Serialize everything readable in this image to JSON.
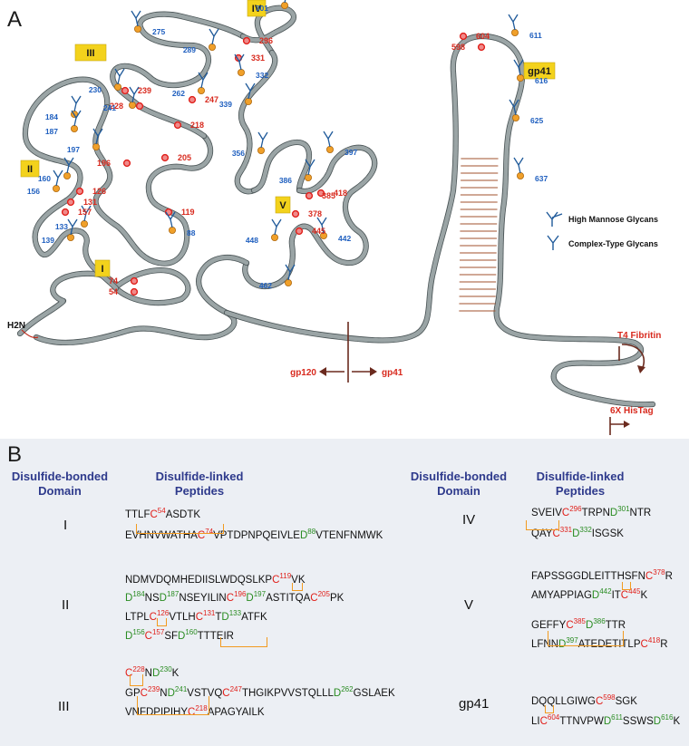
{
  "panel_a": {
    "letter": "A",
    "domain_boxes": [
      "I",
      "II",
      "III",
      "IV",
      "V",
      "gp41"
    ],
    "cys_numbers": [
      "54",
      "74",
      "119",
      "126",
      "131",
      "157",
      "196",
      "205",
      "218",
      "228",
      "239",
      "247",
      "296",
      "331",
      "378",
      "385",
      "418",
      "445",
      "598",
      "604"
    ],
    "glycan_numbers": [
      "88",
      "133",
      "139",
      "156",
      "160",
      "184",
      "187",
      "197",
      "230",
      "241",
      "262",
      "275",
      "289",
      "301",
      "332",
      "339",
      "356",
      "386",
      "397",
      "442",
      "448",
      "462",
      "611",
      "616",
      "625",
      "637"
    ],
    "legend": {
      "high_mannose": "High Mannose Glycans",
      "complex": "Complex-Type Glycans"
    },
    "n_term": "H2N",
    "cleavage_left": "gp120",
    "cleavage_right": "gp41",
    "t4": "T4 Fibritin",
    "his": "6X HisTag",
    "colors": {
      "bead": "#6f7a7c",
      "cys": "#e0201b",
      "glycan_site": "#f0a02a",
      "glycan_icon": "#1f5a9a",
      "label_red": "#d82a1e",
      "label_blue": "#1f5fbf",
      "box": "#f3d21c"
    }
  },
  "panel_b": {
    "letter": "B",
    "headers": {
      "domain": [
        "Disulfide-bonded",
        "Domain"
      ],
      "peptides": [
        "Disulfide-linked",
        "Peptides"
      ]
    },
    "domains": {
      "I": "I",
      "II": "II",
      "III": "III",
      "IV": "IV",
      "V": "V",
      "gp41": "gp41"
    },
    "peptides": [
      {
        "domain": "I",
        "lines": [
          [
            [
              "t",
              "TTLF"
            ],
            [
              "c",
              "C"
            ],
            [
              "rc",
              "54"
            ],
            [
              "t",
              "ASDTK"
            ]
          ],
          [
            [
              "t",
              "EVHNVWATHA"
            ],
            [
              "c",
              "C"
            ],
            [
              "rc",
              "74"
            ],
            [
              "t",
              "VPTDPNPQEIVLE"
            ],
            [
              "d",
              "D"
            ],
            [
              "rd",
              "88"
            ],
            [
              "t",
              "VTENFNMWK"
            ]
          ]
        ]
      },
      {
        "domain": "II",
        "lines": [
          [
            [
              "t",
              "NDMVDQMHEDIISLWDQSLKP"
            ],
            [
              "c",
              "C"
            ],
            [
              "rc",
              "119"
            ],
            [
              "t",
              "VK"
            ]
          ],
          [
            [
              "d",
              "D"
            ],
            [
              "rd",
              "184"
            ],
            [
              "t",
              "NS"
            ],
            [
              "d",
              "D"
            ],
            [
              "rd",
              "187"
            ],
            [
              "t",
              "NSEYILIN"
            ],
            [
              "c",
              "C"
            ],
            [
              "rc",
              "196"
            ],
            [
              "d",
              "D"
            ],
            [
              "rd",
              "197"
            ],
            [
              "t",
              "ASTITQA"
            ],
            [
              "c",
              "C"
            ],
            [
              "rc",
              "205"
            ],
            [
              "t",
              "PK"
            ]
          ],
          [
            [
              "t",
              "LTPL"
            ],
            [
              "c",
              "C"
            ],
            [
              "rc",
              "126"
            ],
            [
              "t",
              "VTLH"
            ],
            [
              "c",
              "C"
            ],
            [
              "rc",
              "131"
            ],
            [
              "t",
              "T"
            ],
            [
              "d",
              "D"
            ],
            [
              "rd",
              "133"
            ],
            [
              "t",
              "ATFK"
            ]
          ],
          [
            [
              "d",
              "D"
            ],
            [
              "rd",
              "156"
            ],
            [
              "c",
              "C"
            ],
            [
              "rc",
              "157"
            ],
            [
              "t",
              "SF"
            ],
            [
              "d",
              "D"
            ],
            [
              "rd",
              "160"
            ],
            [
              "t",
              "TTTEIR"
            ]
          ]
        ]
      },
      {
        "domain": "III",
        "lines": [
          [
            [
              "c",
              "C"
            ],
            [
              "rc",
              "228"
            ],
            [
              "t",
              "N"
            ],
            [
              "d",
              "D"
            ],
            [
              "rd",
              "230"
            ],
            [
              "t",
              "K"
            ]
          ],
          [
            [
              "t",
              "GP"
            ],
            [
              "c",
              "C"
            ],
            [
              "rc",
              "239"
            ],
            [
              "t",
              "N"
            ],
            [
              "d",
              "D"
            ],
            [
              "rd",
              "241"
            ],
            [
              "t",
              "VSTVQ"
            ],
            [
              "c",
              "C"
            ],
            [
              "rc",
              "247"
            ],
            [
              "t",
              "THGIKPVVSTQLLL"
            ],
            [
              "d",
              "D"
            ],
            [
              "rd",
              "262"
            ],
            [
              "t",
              "GSLAEK"
            ]
          ],
          [
            [
              "t",
              "VNFDPIPIHY"
            ],
            [
              "c",
              "C"
            ],
            [
              "rc",
              "218"
            ],
            [
              "t",
              "APAGYAILK"
            ]
          ]
        ]
      },
      {
        "domain": "IV",
        "lines": [
          [
            [
              "t",
              "SVEIV"
            ],
            [
              "c",
              "C"
            ],
            [
              "rc",
              "296"
            ],
            [
              "t",
              "TRPN"
            ],
            [
              "d",
              "D"
            ],
            [
              "rd",
              "301"
            ],
            [
              "t",
              "NTR"
            ]
          ],
          [
            [
              "t",
              "QAY"
            ],
            [
              "c",
              "C"
            ],
            [
              "rc",
              "331"
            ],
            [
              "d",
              "D"
            ],
            [
              "rd",
              "332"
            ],
            [
              "t",
              "ISGSK"
            ]
          ]
        ]
      },
      {
        "domain": "V",
        "lines": [
          [
            [
              "t",
              "FAPSSGGDLEITTHSFN"
            ],
            [
              "c",
              "C"
            ],
            [
              "rc",
              "378"
            ],
            [
              "t",
              "R"
            ]
          ],
          [
            [
              "t",
              "AMYAPPIAG"
            ],
            [
              "d",
              "D"
            ],
            [
              "rd",
              "442"
            ],
            [
              "t",
              "IT"
            ],
            [
              "c",
              "C"
            ],
            [
              "rc",
              "445"
            ],
            [
              "t",
              "K"
            ]
          ],
          [
            [
              "t",
              "GEFFY"
            ],
            [
              "c",
              "C"
            ],
            [
              "rc",
              "385"
            ],
            [
              "d",
              "D"
            ],
            [
              "rd",
              "386"
            ],
            [
              "t",
              "TTR"
            ]
          ],
          [
            [
              "t",
              "LFNN"
            ],
            [
              "d",
              "D"
            ],
            [
              "rd",
              "397"
            ],
            [
              "t",
              "ATEDETITLP"
            ],
            [
              "c",
              "C"
            ],
            [
              "rc",
              "418"
            ],
            [
              "t",
              "R"
            ]
          ]
        ]
      },
      {
        "domain": "gp41",
        "lines": [
          [
            [
              "t",
              "DQQLLGIWG"
            ],
            [
              "c",
              "C"
            ],
            [
              "rc",
              "598"
            ],
            [
              "t",
              "SGK"
            ]
          ],
          [
            [
              "t",
              "LI"
            ],
            [
              "c",
              "C"
            ],
            [
              "rc",
              "604"
            ],
            [
              "t",
              "TTNVPW"
            ],
            [
              "d",
              "D"
            ],
            [
              "rd",
              "611"
            ],
            [
              "t",
              "SSWS"
            ],
            [
              "d",
              "D"
            ],
            [
              "rd",
              "616"
            ],
            [
              "t",
              "K"
            ]
          ]
        ]
      }
    ]
  }
}
